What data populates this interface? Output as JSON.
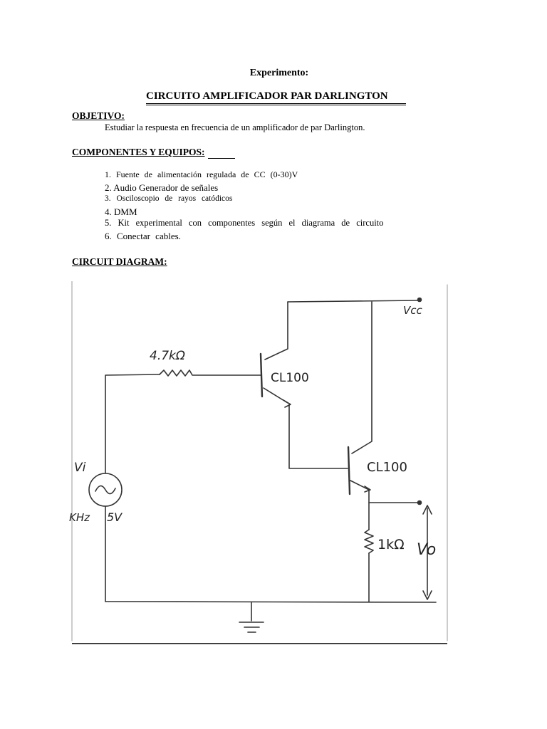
{
  "experiment_label": "Experimento:",
  "title": "CIRCUITO AMPLIFICADOR PAR DARLINGTON",
  "objective": {
    "heading": "OBJETIVO:",
    "text": "Estudiar la respuesta en frecuencia de un amplificador de par Darlington."
  },
  "components": {
    "heading": "COMPONENTES Y EQUIPOS:",
    "items": [
      "1.  Fuente de alimentación regulada de CC (0-30)V",
      "2.   Audio Generador de señales",
      "3.  Osciloscopio de rayos catódicos",
      "4.   DMM",
      "5.  Kit experimental con componentes según el diagrama de circuito",
      "6.   Conectar   cables."
    ]
  },
  "circuit": {
    "heading": "CIRCUIT DIAGRAM:",
    "labels": {
      "vcc": "Vcc",
      "r1": "4.7kΩ",
      "q1": "CL100",
      "q2": "CL100",
      "vi": "Vi",
      "khz": "KHz",
      "amp": "5V",
      "r2": "1kΩ",
      "vo": "Vo"
    }
  }
}
